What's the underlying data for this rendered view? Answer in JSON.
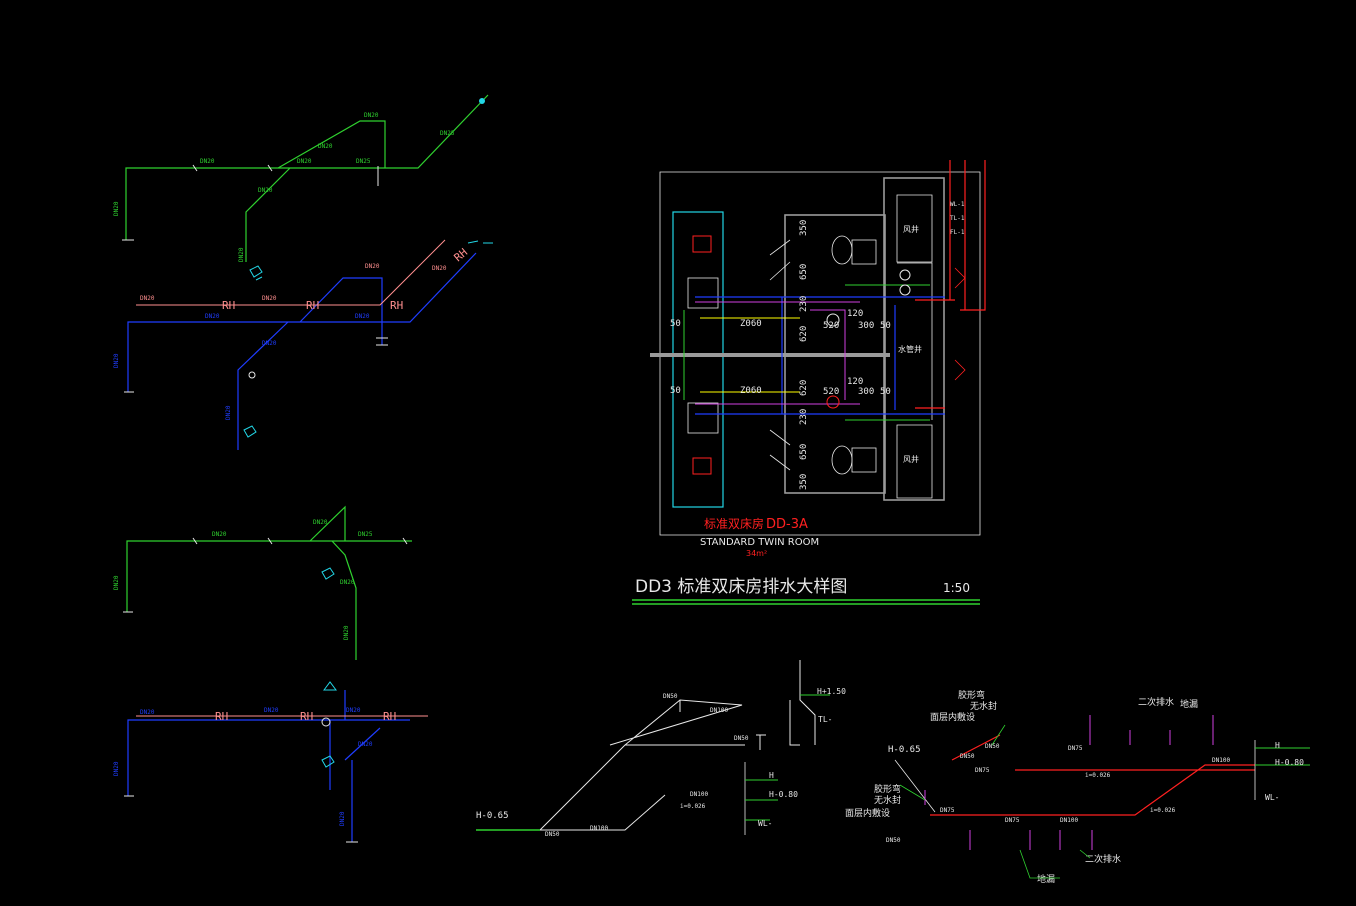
{
  "colors": {
    "green": "#2fd12f",
    "blue": "#1f3dff",
    "pink": "#ff8f8f",
    "red": "#ff2020",
    "white": "#e8e8e8",
    "cyan": "#22d6e6",
    "magenta": "#d040e0",
    "yellow": "#ffff00",
    "gray": "#9a9a9a"
  },
  "texts": {
    "dn20": "DN20",
    "dn25": "DN25",
    "dn50": "DN50",
    "dn75": "DN75",
    "dn100": "DN100",
    "rh": "RH",
    "plan_title_cn": "标准双床房",
    "plan_code": "DD-3A",
    "plan_title_en": "STANDARD TWIN ROOM",
    "plan_area": "34m²",
    "sheet_title": "DD3 标准双床房排水大样图",
    "scale": "1:50",
    "wind_shaft": "风井",
    "pipe_shaft": "水管井",
    "wl1": "WL-1",
    "tl1": "TL-1",
    "fl1": "FL-1",
    "d_z060": "Z060",
    "d_50": "50",
    "d_350": "350",
    "d_650": "650",
    "d_230": "230",
    "d_620": "620",
    "d_520": "520",
    "d_120": "120",
    "d_300": "300",
    "el_h065": "H-0.65",
    "el_h150": "H+1.50",
    "el_h": "H",
    "el_h080": "H-0.80",
    "tl": "TL-",
    "wl": "WL-",
    "slope": "i=0.026",
    "trap": "胶形弯",
    "no_seal": "无水封",
    "floor_drain": "面层内敷设",
    "secondary_drain": "二次排水",
    "floor_drain2": "地漏"
  }
}
